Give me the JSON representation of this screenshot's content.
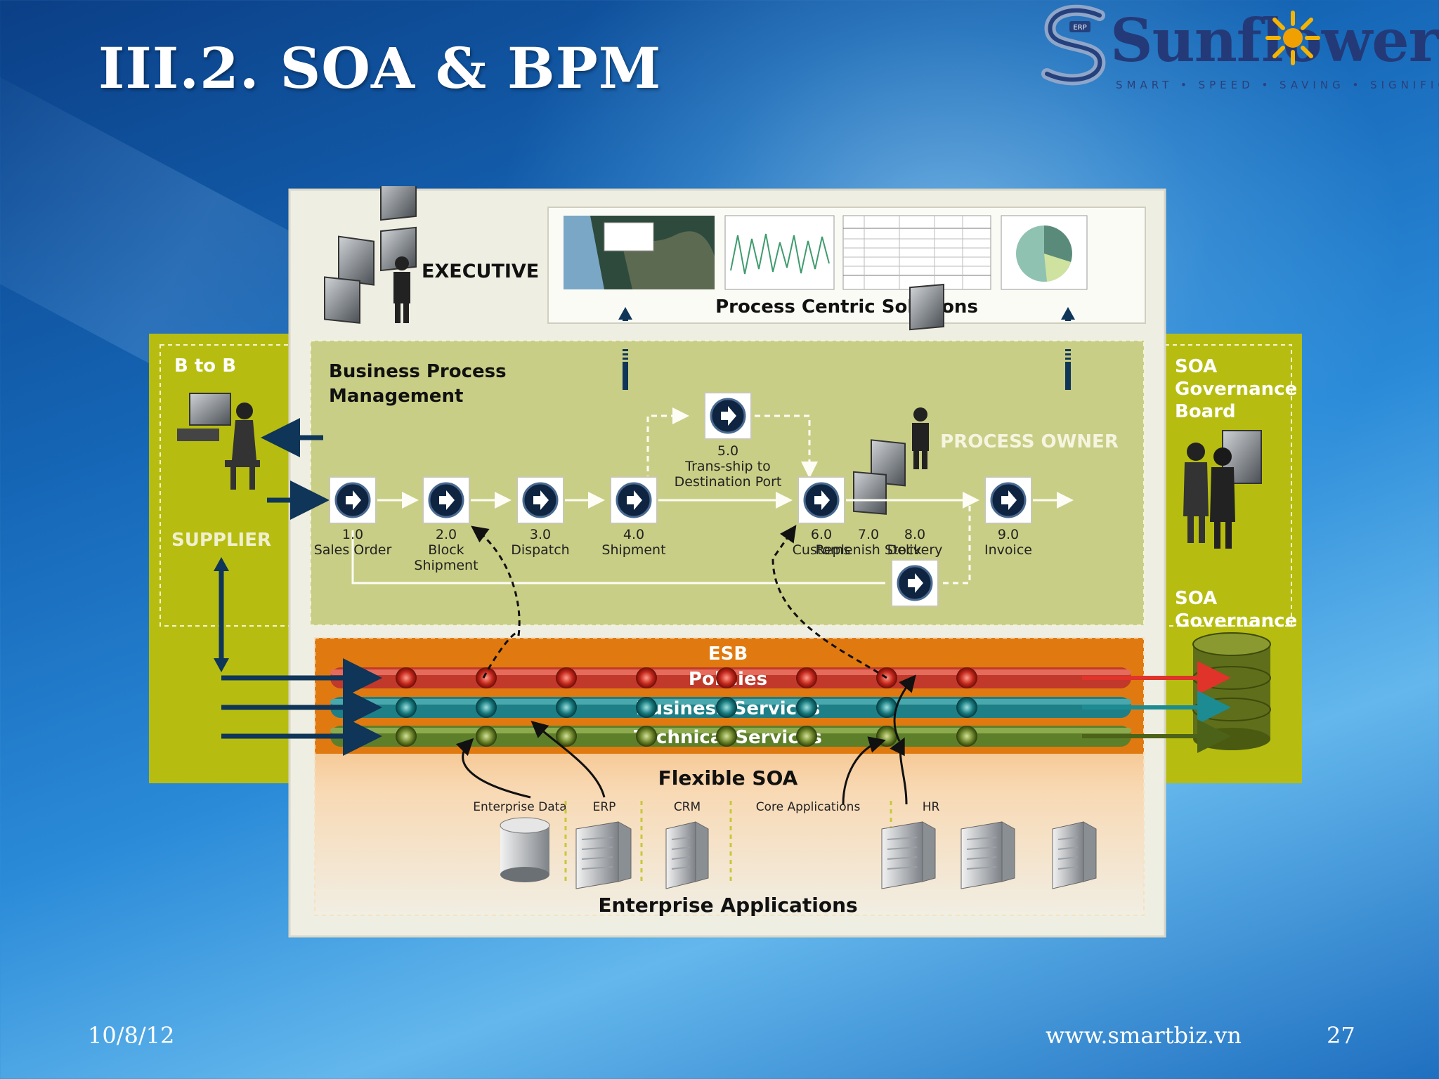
{
  "slide": {
    "title": "III.2. SOA & BPM",
    "date": "10/8/12",
    "website": "www.smartbiz.vn",
    "page_number": "27"
  },
  "logo": {
    "brand_text": "Sunflower",
    "tagline": "SMART • SPEED • SAVING • SIGNIFICANT",
    "badge_text": "ERP"
  },
  "diagram": {
    "executive_label": "EXECUTIVE",
    "process_centric_label": "Process Centric Solutions",
    "bpm_label_line1": "Business Process",
    "bpm_label_line2": "Management",
    "process_owner_label": "PROCESS OWNER",
    "btob_label": "B to B",
    "supplier_label": "SUPPLIER",
    "governance_board_line1": "SOA",
    "governance_board_line2": "Governance",
    "governance_board_line3": "Board",
    "governance_line1": "SOA",
    "governance_line2": "Governance",
    "esb_label": "ESB",
    "bus_policies": "Policies",
    "bus_business": "Business Services",
    "bus_technical": "Technical Services",
    "flexible_soa": "Flexible SOA",
    "enterprise_apps_label": "Enterprise Applications",
    "apps": [
      "Enterprise Data",
      "ERP",
      "CRM",
      "Core Applications",
      "HR"
    ],
    "steps": [
      {
        "num": "1.0",
        "label": [
          "Sales Order"
        ]
      },
      {
        "num": "2.0",
        "label": [
          "Block",
          "Shipment"
        ]
      },
      {
        "num": "3.0",
        "label": [
          "Dispatch"
        ]
      },
      {
        "num": "4.0",
        "label": [
          "Shipment"
        ]
      },
      {
        "num": "5.0",
        "label": [
          "Trans-ship to",
          "Destination Port"
        ]
      },
      {
        "num": "6.0",
        "label": [
          "Customs"
        ]
      },
      {
        "num": "7.0",
        "label": [
          "Replenish Stock"
        ]
      },
      {
        "num": "8.0",
        "label": [
          "Delivery"
        ]
      },
      {
        "num": "9.0",
        "label": [
          "Invoice"
        ]
      }
    ],
    "colors": {
      "bpm_panel": "#c9ce86",
      "side_panel": "#b6bd10",
      "esb_orange": "#e07a10",
      "policies_bus": "#c0392b",
      "business_bus": "#1f7f86",
      "technical_bus": "#5e7f2a",
      "arrow_navy": "#0f3558"
    }
  }
}
